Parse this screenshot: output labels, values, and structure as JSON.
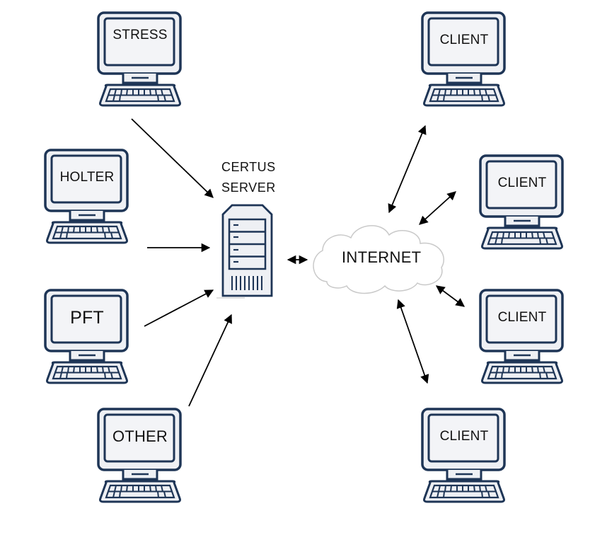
{
  "diagram": {
    "colors": {
      "device_stroke": "#1e3556",
      "device_fill": "#eef0f4",
      "cloud_stroke": "#c9c9c9",
      "arrow": "#000000"
    },
    "server": {
      "label_line1": "CERTUS",
      "label_line2": "SERVER"
    },
    "internet": {
      "label": "INTERNET"
    },
    "sources": [
      {
        "id": "stress",
        "label": "STRESS"
      },
      {
        "id": "holter",
        "label": "HOLTER"
      },
      {
        "id": "pft",
        "label": "PFT"
      },
      {
        "id": "other",
        "label": "OTHER"
      }
    ],
    "clients": [
      {
        "id": "client-1",
        "label": "CLIENT"
      },
      {
        "id": "client-2",
        "label": "CLIENT"
      },
      {
        "id": "client-3",
        "label": "CLIENT"
      },
      {
        "id": "client-4",
        "label": "CLIENT"
      }
    ],
    "connections": [
      {
        "from": "stress",
        "to": "server",
        "direction": "one-way"
      },
      {
        "from": "holter",
        "to": "server",
        "direction": "one-way"
      },
      {
        "from": "pft",
        "to": "server",
        "direction": "one-way"
      },
      {
        "from": "other",
        "to": "server",
        "direction": "one-way"
      },
      {
        "from": "server",
        "to": "internet",
        "direction": "two-way"
      },
      {
        "from": "internet",
        "to": "client-1",
        "direction": "two-way"
      },
      {
        "from": "internet",
        "to": "client-2",
        "direction": "two-way"
      },
      {
        "from": "internet",
        "to": "client-3",
        "direction": "two-way"
      },
      {
        "from": "internet",
        "to": "client-4",
        "direction": "two-way"
      }
    ]
  }
}
